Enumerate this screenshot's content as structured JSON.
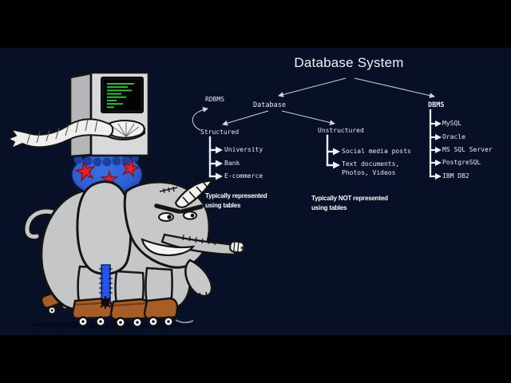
{
  "title": "Database System",
  "tree": {
    "rdbms_label": "RDBMS",
    "database_label": "Database",
    "dbms_label": "DBMS",
    "structured_label": "Structured",
    "unstructured_label": "Unstructured",
    "structured_items": [
      "University",
      "Bank",
      "E-commerce"
    ],
    "structured_note": "Typically represented\nusing tables",
    "unstructured_items": [
      "Social media posts",
      "Text documents,\nPhotos, Videos"
    ],
    "unstructured_note": "Typically NOT represented\nusing tables",
    "dbms_items": [
      "MySQL",
      "Oracle",
      "MS SQL Server",
      "PostgreSQL",
      "IBM DB2"
    ]
  },
  "colors": {
    "background": "#081027",
    "letterbox": "#000000",
    "text": "#e9ebf3",
    "screen_green": "#35b83c",
    "ball_blue": "#2e5ed4",
    "star_red": "#e6222e",
    "elephant_grey": "#c5c6c7",
    "skate_brown": "#a85d26",
    "zipper_blue": "#2653ea"
  },
  "illustration": {
    "name": "elephant-mascot"
  }
}
